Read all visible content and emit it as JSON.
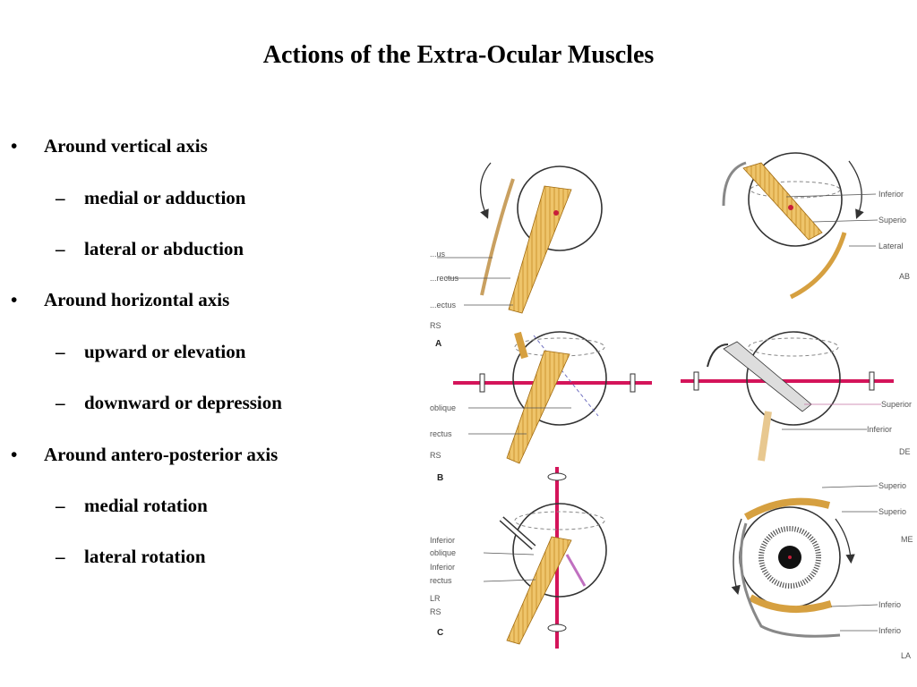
{
  "title": "Actions of the Extra-Ocular Muscles",
  "bullets": [
    {
      "label": "Around vertical axis",
      "subs": [
        "medial or adduction",
        "lateral or abduction"
      ]
    },
    {
      "label": "Around horizontal axis",
      "subs": [
        "upward or elevation",
        "downward or depression"
      ]
    },
    {
      "label": "Around antero-posterior axis",
      "subs": [
        "medial rotation",
        "lateral rotation"
      ]
    }
  ],
  "markers": {
    "level1": "•",
    "level2": "–"
  },
  "figure": {
    "panels": [
      {
        "letter": "A",
        "side": "RS",
        "labels": [
          "...us",
          "...rectus",
          "...ectus"
        ]
      },
      {
        "letter": "",
        "side": "AB",
        "labels": [
          "Inferior",
          "Superio",
          "Lateral"
        ]
      },
      {
        "letter": "B",
        "side": "RS",
        "labels": [
          "oblique",
          "rectus"
        ]
      },
      {
        "letter": "",
        "side": "DE",
        "labels": [
          "Superior",
          "Inferior"
        ]
      },
      {
        "letter": "C",
        "side": "RS",
        "labels": [
          "Inferior",
          "oblique",
          "Inferior",
          "rectus",
          "LR"
        ]
      },
      {
        "letter": "",
        "side": "ME",
        "labels": [
          "Superio",
          "Superio",
          "Inferio",
          "Inferio",
          "LA"
        ]
      }
    ]
  },
  "colors": {
    "muscle": "#e8b84a",
    "axis_rod": "#d4145a",
    "pupil": "#111111",
    "dashed": "#7070c0"
  }
}
